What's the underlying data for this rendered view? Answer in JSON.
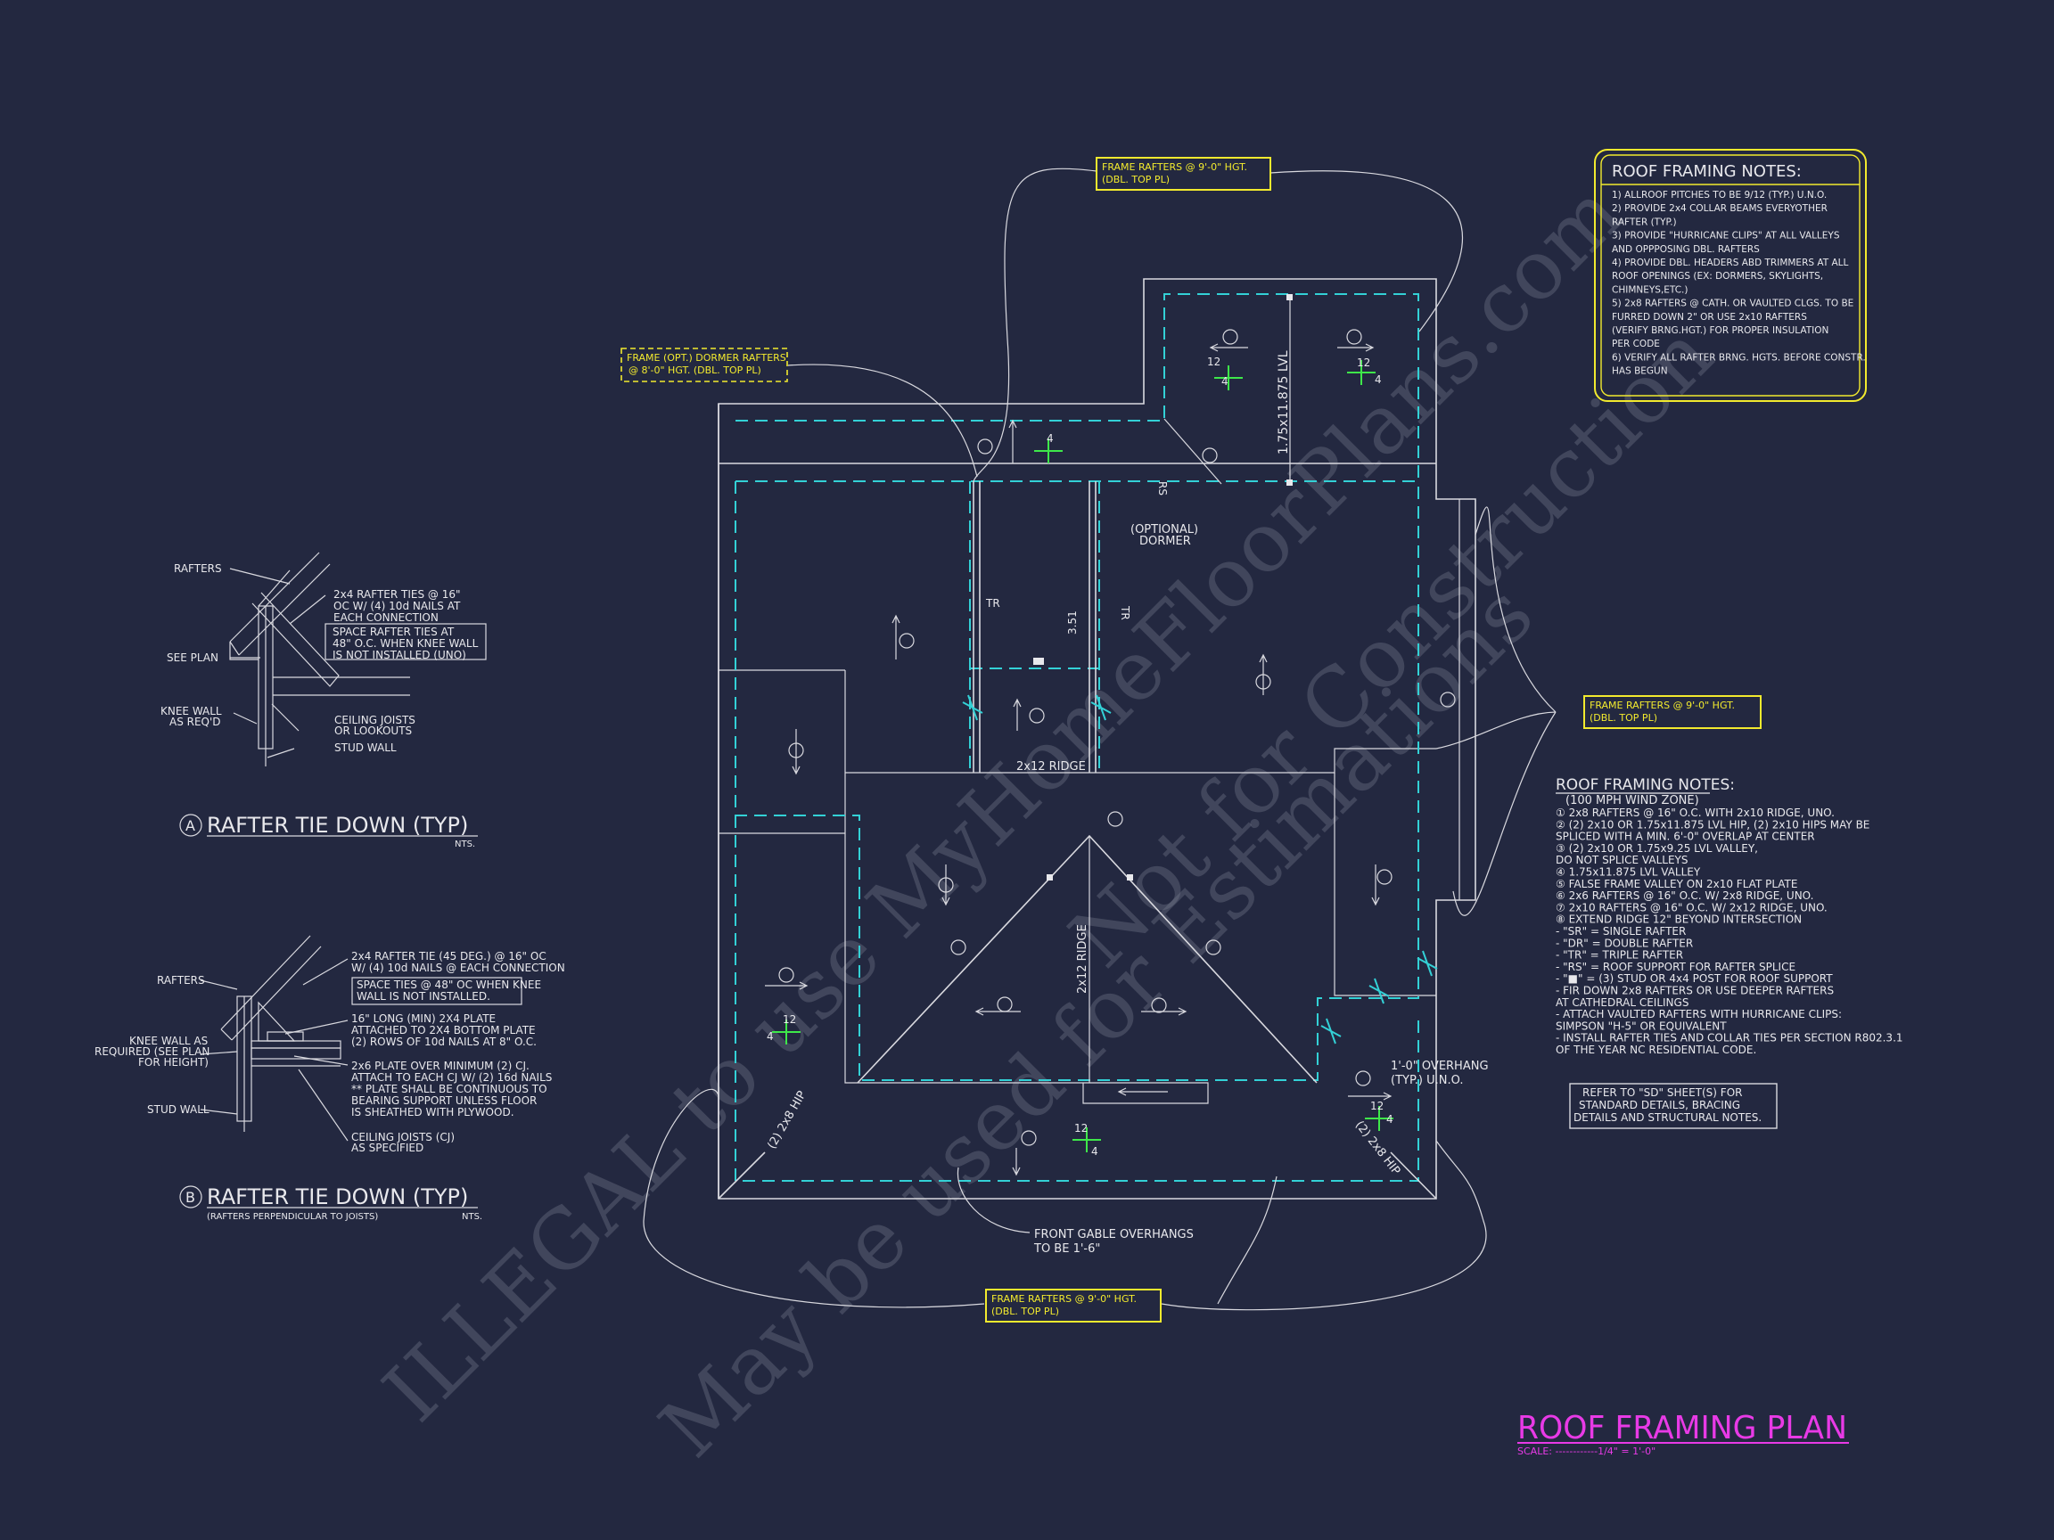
{
  "title": "ROOF FRAMING PLAN",
  "scale": "SCALE: ------------1/4\" = 1'-0\"",
  "watermark": {
    "line1": "ILLEGAL to use MyHomeFloorPlans.com",
    "line2": "May be used for Estimations",
    "line3": "Not for Construction"
  },
  "callouts": {
    "top": [
      "FRAME RAFTERS @ 9'-0\" HGT.",
      "(DBL. TOP PL)"
    ],
    "dormer": [
      "FRAME (OPT.) DORMER RAFTERS",
      "@ 8'-0\" HGT. (DBL. TOP PL)"
    ],
    "right": [
      "FRAME RAFTERS @ 9'-0\" HGT.",
      "(DBL. TOP PL)"
    ],
    "bottom": [
      "FRAME RAFTERS @ 9'-0\" HGT.",
      "(DBL. TOP PL)"
    ]
  },
  "notes_box": {
    "heading": "ROOF FRAMING NOTES:",
    "lines": [
      "1) ALLROOF PITCHES TO BE  9/12 (TYP.) U.N.O.",
      "2) PROVIDE 2x4 COLLAR BEAMS EVERYOTHER",
      "    RAFTER (TYP.)",
      "3) PROVIDE \"HURRICANE CLIPS\" AT ALL VALLEYS",
      "    AND OPPPOSING DBL. RAFTERS",
      "4) PROVIDE DBL. HEADERS ABD TRIMMERS AT ALL",
      "    ROOF OPENINGS (EX: DORMERS, SKYLIGHTS,",
      "    CHIMNEYS,ETC.)",
      "5) 2x8 RAFTERS @ CATH. OR VAULTED CLGS. TO BE",
      "    FURRED DOWN 2\" OR USE 2x10 RAFTERS",
      "    (VERIFY BRNG.HGT.) FOR PROPER INSULATION",
      "    PER CODE",
      "6) VERIFY ALL RAFTER BRNG. HGTS. BEFORE CONSTR.",
      "    HAS BEGUN"
    ]
  },
  "legend": {
    "heading": "ROOF FRAMING NOTES:",
    "sub": "(100 MPH WIND ZONE)",
    "lines": [
      "① 2x8 RAFTERS @ 16\" O.C. WITH 2x10 RIDGE, UNO.",
      "② (2) 2x10 OR 1.75x11.875 LVL HIP, (2) 2x10 HIPS MAY BE",
      "     SPLICED WITH A MIN. 6'-0\" OVERLAP AT CENTER",
      "③ (2) 2x10 OR 1.75x9.25 LVL VALLEY,",
      "     DO NOT SPLICE VALLEYS",
      "④ 1.75x11.875 LVL VALLEY",
      "⑤ FALSE FRAME VALLEY ON 2x10 FLAT PLATE",
      "⑥ 2x6 RAFTERS @ 16\" O.C. W/ 2x8 RIDGE, UNO.",
      "⑦ 2x10 RAFTERS @ 16\" O.C. W/ 2x12 RIDGE, UNO.",
      "⑧ EXTEND RIDGE 12\" BEYOND INTERSECTION",
      "-  \"SR\" = SINGLE RAFTER",
      "-  \"DR\" = DOUBLE RAFTER",
      "-  \"TR\" = TRIPLE RAFTER",
      "-  \"RS\" = ROOF SUPPORT FOR RAFTER SPLICE",
      "-  \"■\" = (3) STUD OR 4x4 POST FOR ROOF SUPPORT",
      "-  FIR DOWN 2x8 RAFTERS OR USE DEEPER RAFTERS",
      "     AT CATHEDRAL CEILINGS",
      "-  ATTACH VAULTED RAFTERS WITH HURRICANE CLIPS:",
      "     SIMPSON \"H-5\" OR EQUIVALENT",
      "-  INSTALL RAFTER TIES AND COLLAR TIES PER SECTION R802.3.1",
      "     OF THE YEAR NC RESIDENTIAL CODE."
    ]
  },
  "refer_note": [
    "REFER TO \"SD\" SHEET(S) FOR",
    "STANDARD DETAILS, BRACING",
    "DETAILS AND STRUCTURAL NOTES."
  ],
  "plan_labels": {
    "lvl": "1.75x11.875 LVL",
    "optional_dormer": [
      "(OPTIONAL)",
      "DORMER"
    ],
    "ridge_2x12_h": "2x12 RIDGE",
    "ridge_2x12_v": "2x12 RIDGE",
    "hip_left": "(2) 2x8 HIP",
    "hip_right": "(2) 2x8 HIP",
    "front_gable": [
      "FRONT GABLE OVERHANGS",
      "TO BE 1'-6\""
    ],
    "overhang": [
      "1'-0\" OVERHANG",
      "(TYP.) U.N.O."
    ],
    "tr": "TR",
    "rs": "RS",
    "dim_351": "3.51",
    "pitch_12": "12",
    "pitch_4": "4"
  },
  "detail_a": {
    "title": "RAFTER TIE DOWN (TYP)",
    "letter": "A",
    "nts": "NTS.",
    "labels": {
      "rafters": "RAFTERS",
      "ties": [
        "2x4 RAFTER TIES @ 16\"",
        "OC W/ (4) 10d NAILS AT",
        "EACH CONNECTION"
      ],
      "space": [
        "SPACE RAFTER TIES AT",
        "48\" O.C. WHEN KNEE WALL",
        "IS NOT INSTALLED (UNO)"
      ],
      "see_plan": "SEE PLAN",
      "knee": [
        "KNEE WALL",
        "AS REQ'D"
      ],
      "ceiling": [
        "CEILING JOISTS",
        "OR LOOKOUTS"
      ],
      "stud": "STUD WALL"
    }
  },
  "detail_b": {
    "title": "RAFTER TIE DOWN (TYP)",
    "letter": "B",
    "subtitle": "(RAFTERS PERPENDICULAR TO JOISTS)",
    "nts": "NTS.",
    "labels": {
      "rafters": "RAFTERS",
      "tie": [
        "2x4 RAFTER TIE (45 DEG.) @ 16\" OC",
        "W/ (4) 10d NAILS @ EACH CONNECTION"
      ],
      "space": [
        "SPACE TIES @ 48\" OC WHEN KNEE",
        "WALL IS NOT INSTALLED."
      ],
      "plate": [
        "16\" LONG (MIN) 2X4 PLATE",
        "ATTACHED TO 2X4 BOTTOM PLATE",
        "(2) ROWS OF 10d NAILS AT 8\" O.C."
      ],
      "knee": [
        "KNEE WALL AS",
        "REQUIRED (SEE PLAN",
        "FOR HEIGHT)"
      ],
      "plate2": [
        "2x6 PLATE OVER MINIMUM (2) CJ.",
        "ATTACH TO EACH CJ W/ (2) 16d NAILS",
        "** PLATE SHALL BE CONTINUOUS TO",
        "BEARING SUPPORT UNLESS FLOOR",
        "IS SHEATHED WITH PLYWOOD."
      ],
      "stud": "STUD WALL",
      "ceiling": [
        "CEILING JOISTS (CJ)",
        "AS SPECIFIED"
      ]
    }
  }
}
